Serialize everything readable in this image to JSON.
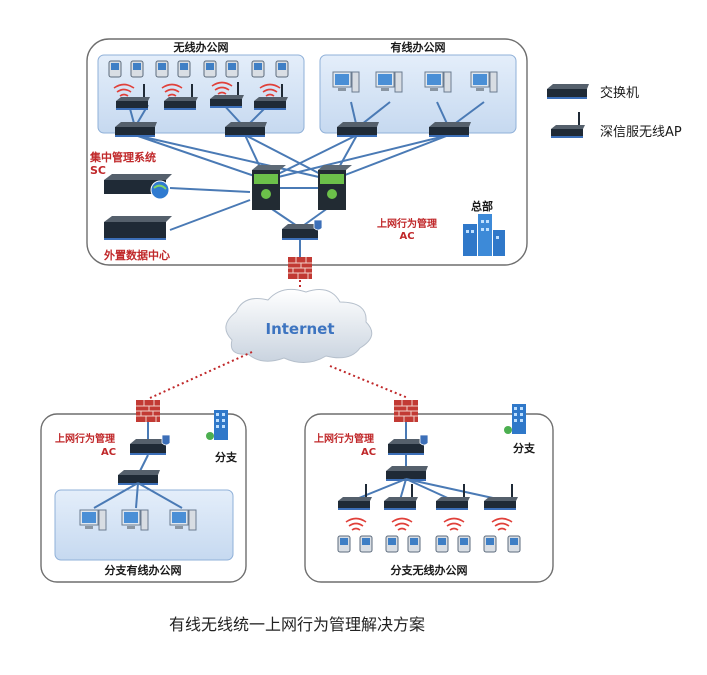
{
  "title": "有线无线统一上网行为管理解决方案",
  "legend": {
    "switch_label": "交换机",
    "ap_label": "深信服无线AP"
  },
  "hq": {
    "wireless_office": "无线办公网",
    "wired_office": "有线办公网",
    "sc_label_1": "集中管理系统",
    "sc_label_2": "SC",
    "datacenter_label": "外置数据中心",
    "ac_label_1": "上网行为管理",
    "ac_label_2": "AC",
    "hq_label": "总部"
  },
  "internet_label": "Internet",
  "branch_left": {
    "ac_label_1": "上网行为管理",
    "ac_label_2": "AC",
    "branch_label": "分支",
    "office_label": "分支有线办公网"
  },
  "branch_right": {
    "ac_label_1": "上网行为管理",
    "ac_label_2": "AC",
    "branch_label": "分支",
    "office_label": "分支无线办公网"
  },
  "colors": {
    "link": "#4a7ab5",
    "firewall_link": "#c0282a",
    "label_red": "#c0282a",
    "zone_fill": "#d3e3f5",
    "zone_stroke": "#8fb0d8"
  }
}
